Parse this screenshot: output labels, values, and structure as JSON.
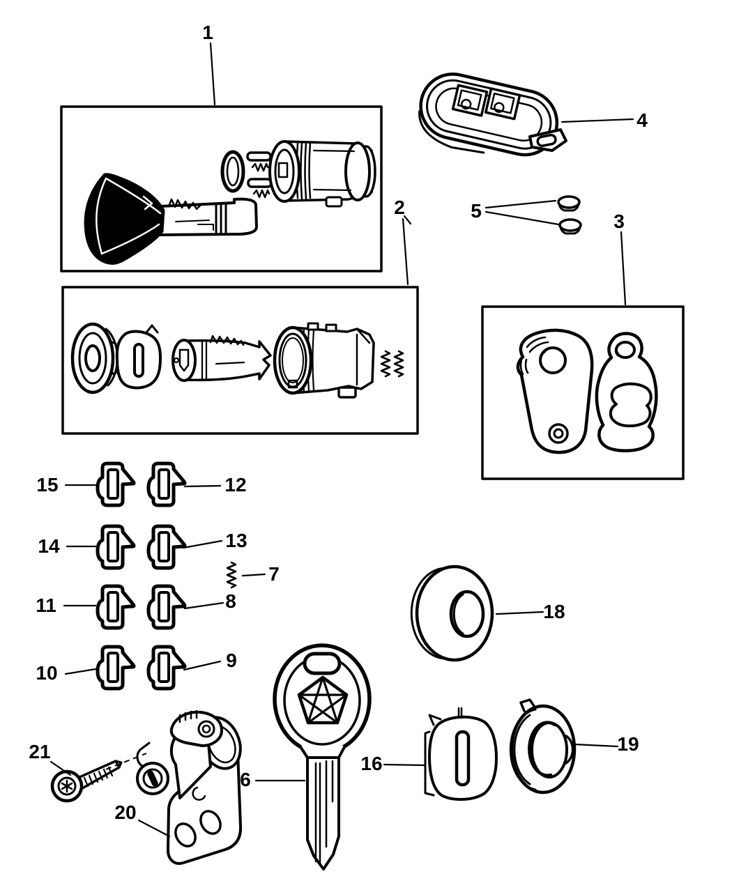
{
  "diagram": {
    "type": "exploded-parts-line-drawing",
    "background": "#ffffff",
    "ink": "#000000",
    "callouts": {
      "c1": "1",
      "c2": "2",
      "c3": "3",
      "c4": "4",
      "c5": "5",
      "c6": "6",
      "c7": "7",
      "c8": "8",
      "c9": "9",
      "c10": "10",
      "c11": "11",
      "c12": "12",
      "c13": "13",
      "c14": "14",
      "c15": "15",
      "c16": "16",
      "c18": "18",
      "c19": "19",
      "c20": "20",
      "c21": "21"
    }
  }
}
